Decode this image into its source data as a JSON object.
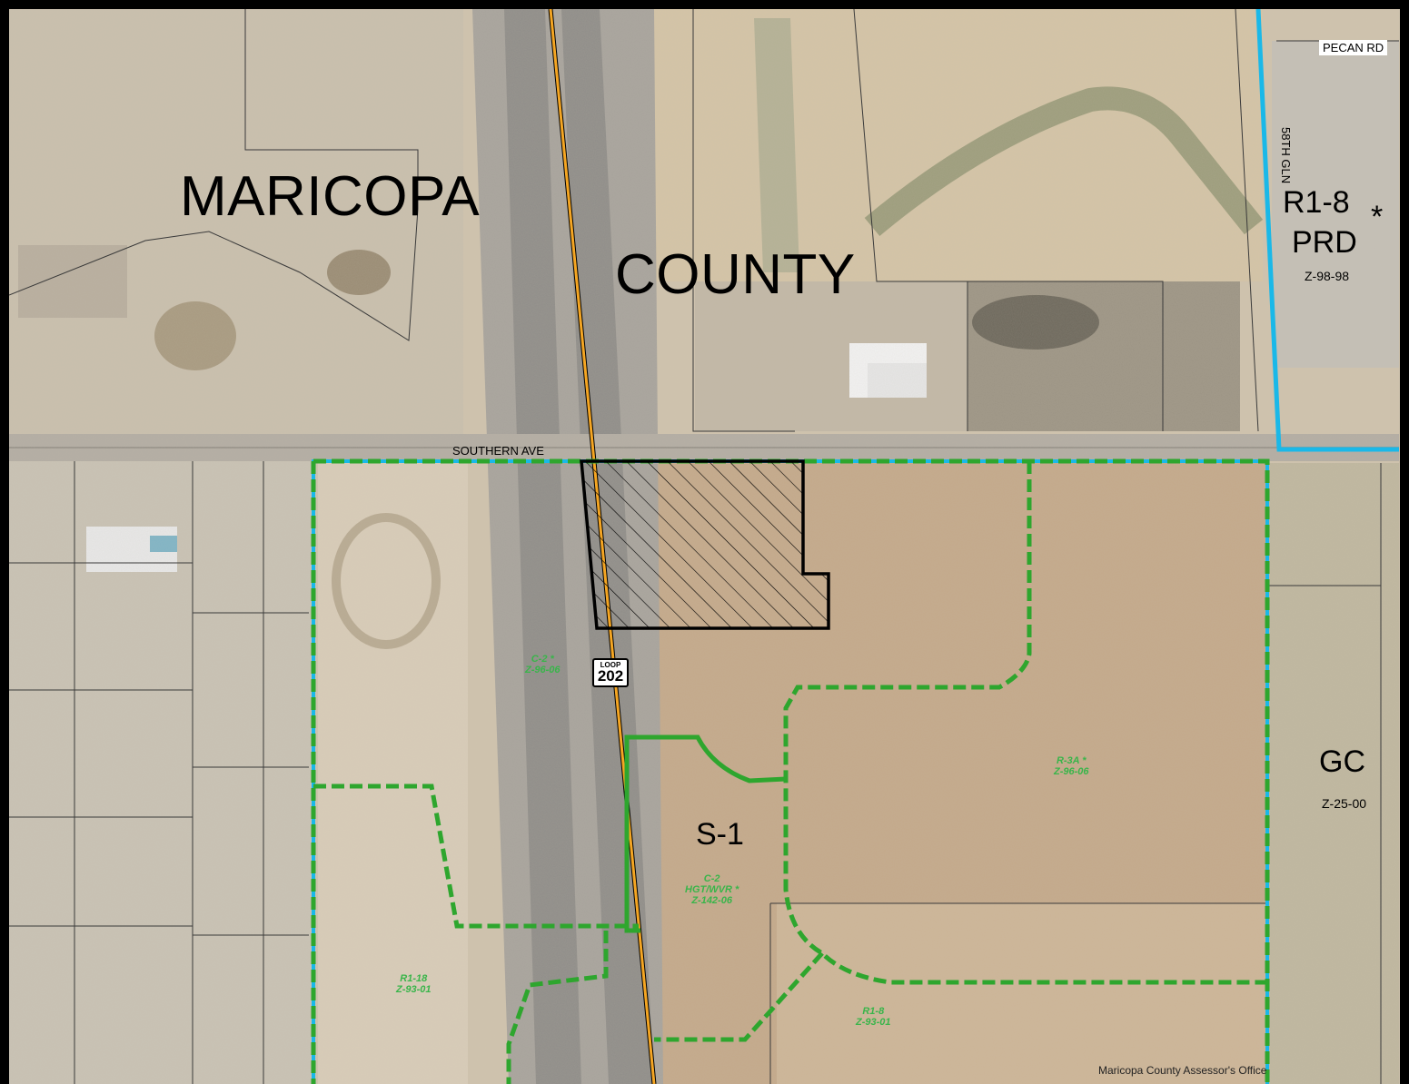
{
  "map": {
    "county_label_1": "MARICOPA",
    "county_label_2": "COUNTY",
    "roads": {
      "southern_ave": "SOUTHERN AVE",
      "pecan_rd": "PECAN RD",
      "gln_58th": "58TH GLN"
    },
    "shield": {
      "top": "LOOP",
      "number": "202"
    },
    "zones": {
      "r1_8_prd": {
        "code": "R1-8",
        "sub": "PRD",
        "case": "Z-98-98",
        "star": "*"
      },
      "gc": {
        "code": "GC",
        "case": "Z-25-00"
      },
      "s1": {
        "code": "S-1"
      },
      "c2_west": {
        "line1": "C-2 *",
        "line2": "Z-96-06"
      },
      "r3a": {
        "line1": "R-3A *",
        "line2": "Z-96-06"
      },
      "c2_hgt": {
        "line1": "C-2",
        "line2": "HGT/WVR *",
        "line3": "Z-142-06"
      },
      "r1_18": {
        "line1": "R1-18",
        "line2": "Z-93-01"
      },
      "r1_8_south": {
        "line1": "R1-8",
        "line2": "Z-93-01"
      }
    },
    "credit": "Maricopa County Assessor's Office",
    "colors": {
      "city_boundary": "#1ab8e8",
      "zoning_line": "#2ea62e",
      "freeway_center": "#f5a623",
      "subject_parcel": "#000000"
    }
  }
}
